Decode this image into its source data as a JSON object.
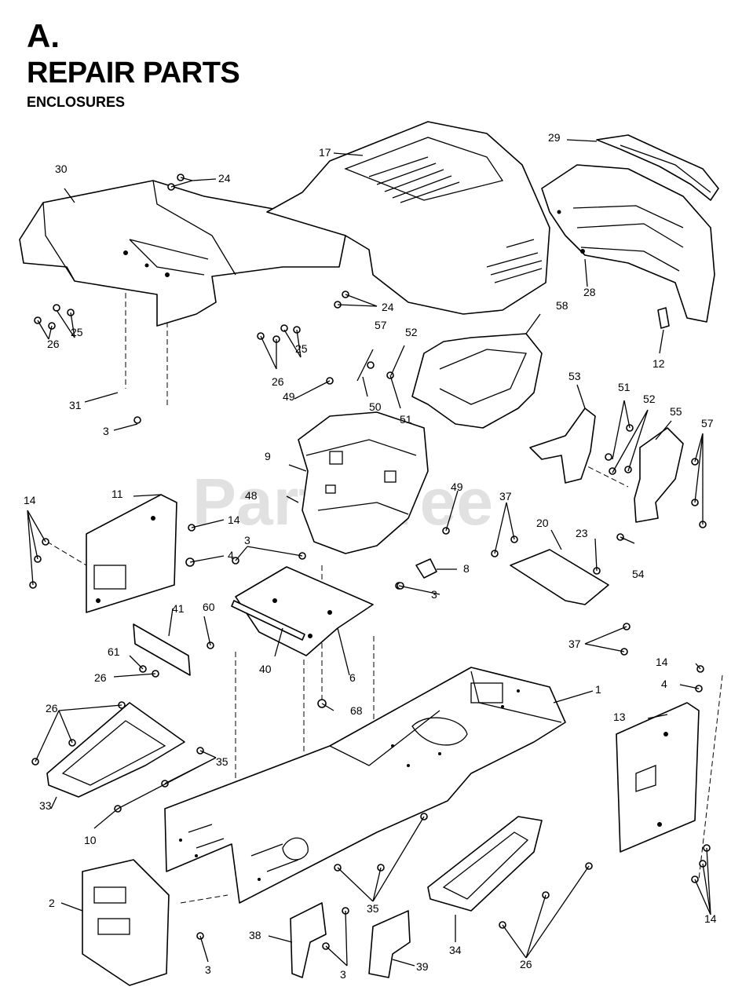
{
  "header": {
    "section": "A.",
    "title": "REPAIR PARTS",
    "subtitle": "ENCLOSURES"
  },
  "watermark": "PartsTree",
  "part_numbers": [
    "1",
    "2",
    "3",
    "4",
    "6",
    "8",
    "9",
    "10",
    "11",
    "12",
    "13",
    "14",
    "17",
    "20",
    "23",
    "24",
    "25",
    "26",
    "28",
    "29",
    "30",
    "31",
    "33",
    "34",
    "35",
    "37",
    "38",
    "39",
    "40",
    "41",
    "48",
    "49",
    "50",
    "51",
    "52",
    "53",
    "54",
    "55",
    "57",
    "58",
    "60",
    "61",
    "68"
  ]
}
